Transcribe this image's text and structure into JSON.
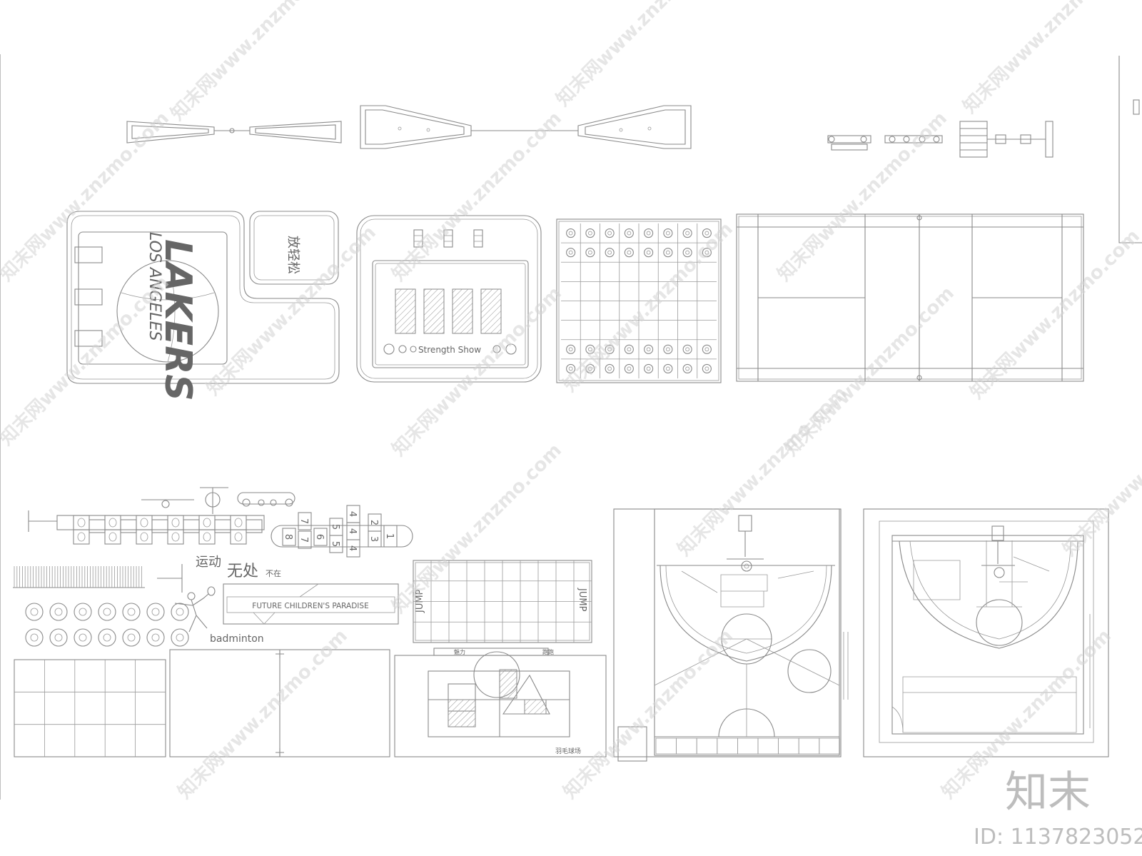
{
  "drawing": {
    "lakers_text_1": "LOS ANGELES",
    "lakers_text_2": "LAKERS",
    "relax_label": "放轻松",
    "strength_label": "Strength Show",
    "paradise_label": "FUTURE CHILDREN'S PARADISE",
    "jump_label": "JUMP",
    "jump_label_mirror": "JUMP",
    "sport_label_1": "运动",
    "sport_label_2": "无处",
    "sport_label_3": "不在",
    "badminton_label": "badminton",
    "court_caption": "羽毛球场",
    "court_top_labels": [
      "魅力",
      "跑跑"
    ],
    "hopscotch_numbers": [
      "1",
      "2",
      "3",
      "4",
      "5",
      "6",
      "7",
      "8"
    ]
  },
  "watermark": {
    "text": "知末网www.znzmo.com"
  },
  "brand": {
    "name": "知末",
    "id_text": "ID: 1137823052"
  },
  "colors": {
    "line": "#8a8a8a",
    "background": "#ffffff",
    "watermark": "#d3d3d3"
  }
}
